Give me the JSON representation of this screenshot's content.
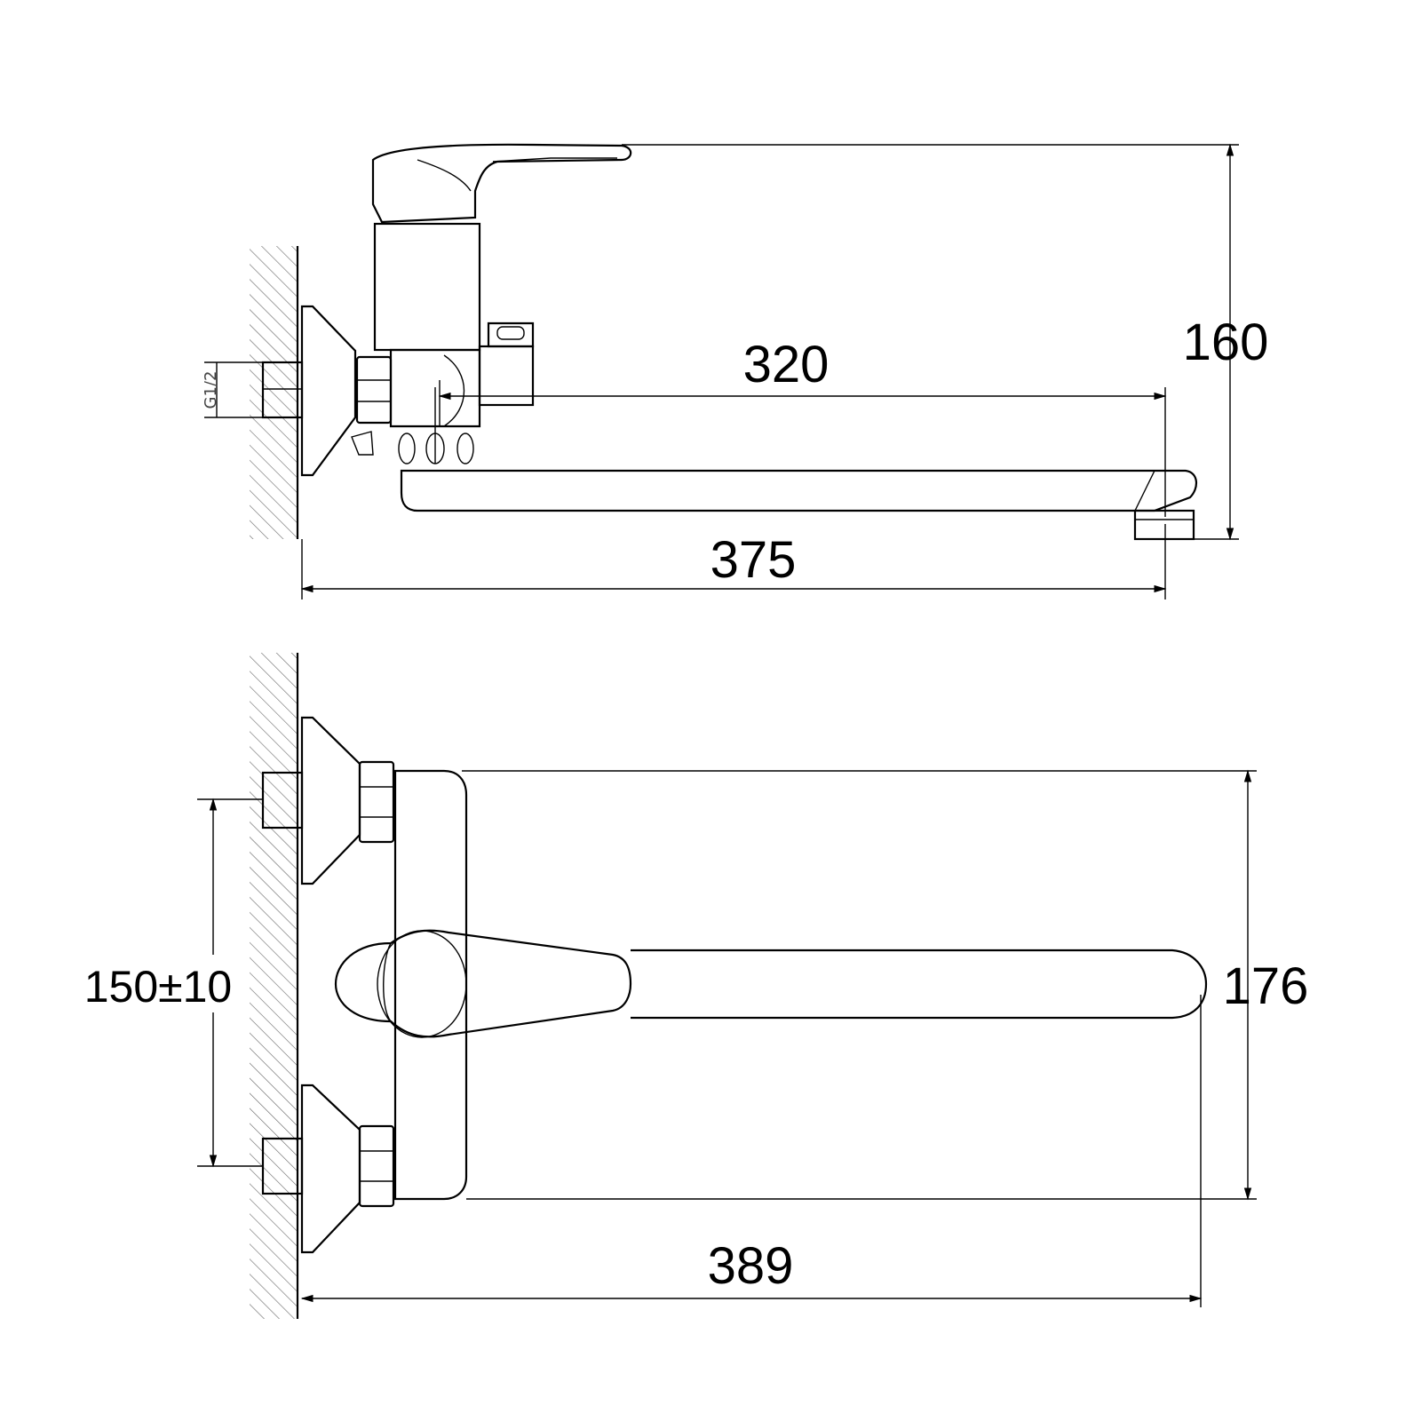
{
  "side_view": {
    "thread_label": "G1/2",
    "dim_spout_reach": "320",
    "dim_total_depth": "375",
    "dim_height": "160"
  },
  "top_view": {
    "dim_centers": "150±10",
    "dim_width": "176",
    "dim_total_depth": "389"
  },
  "colors": {
    "line": "#000000",
    "hatch": "#666666",
    "background": "#ffffff"
  }
}
